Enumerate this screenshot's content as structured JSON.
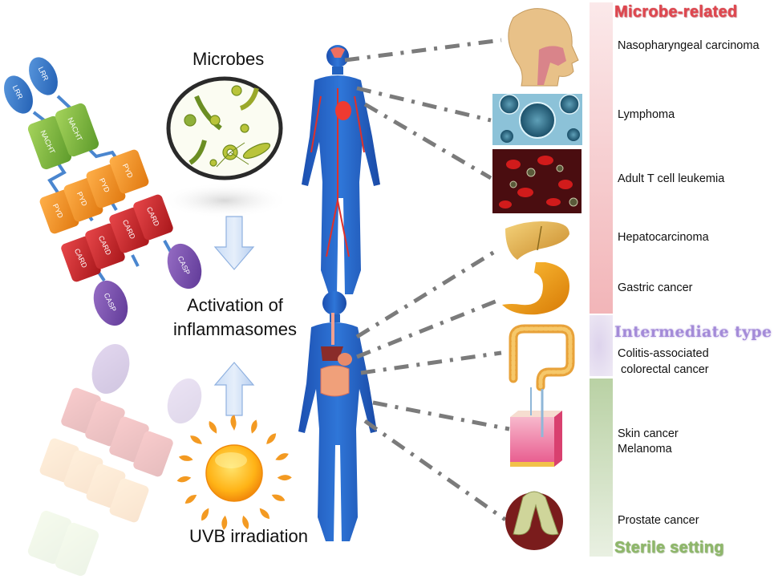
{
  "left_panel": {
    "inflammasome_domains": {
      "lrr": "LRR",
      "nacht": "NACHT",
      "pyd": "PYD",
      "card": "CARD",
      "casp": "CASP"
    }
  },
  "center": {
    "microbes_label": "Microbes",
    "activation_line1": "Activation of",
    "activation_line2": "inflammasomes",
    "uvb_label": "UVB irradiation"
  },
  "categories": [
    {
      "name": "Microbe-related",
      "color": "#e0474f"
    },
    {
      "name": "Intermediate type",
      "color": "#a48bd8"
    },
    {
      "name": "Sterile setting",
      "color": "#8fb86a"
    }
  ],
  "diseases": [
    {
      "name": "Nasopharyngeal carcinoma",
      "category": "Microbe-related",
      "organ_icon": "head-nasopharynx-icon"
    },
    {
      "name": "Lymphoma",
      "category": "Microbe-related",
      "organ_icon": "lymphocyte-cells-icon"
    },
    {
      "name": "Adult T cell leukemia",
      "category": "Microbe-related",
      "organ_icon": "blood-cells-virus-icon"
    },
    {
      "name": "Hepatocarcinoma",
      "category": "Microbe-related",
      "organ_icon": "liver-icon"
    },
    {
      "name": "Gastric cancer",
      "category": "Microbe-related",
      "organ_icon": "stomach-icon"
    },
    {
      "name": "Colitis-associated",
      "name_line2": "colorectal cancer",
      "category": "Intermediate type",
      "organ_icon": "colon-icon"
    },
    {
      "name": "Skin cancer",
      "name_line2": "Melanoma",
      "category": "Sterile setting",
      "organ_icon": "skin-section-icon"
    },
    {
      "name": "Prostate cancer",
      "category": "Sterile setting",
      "organ_icon": "prostate-icon"
    }
  ]
}
